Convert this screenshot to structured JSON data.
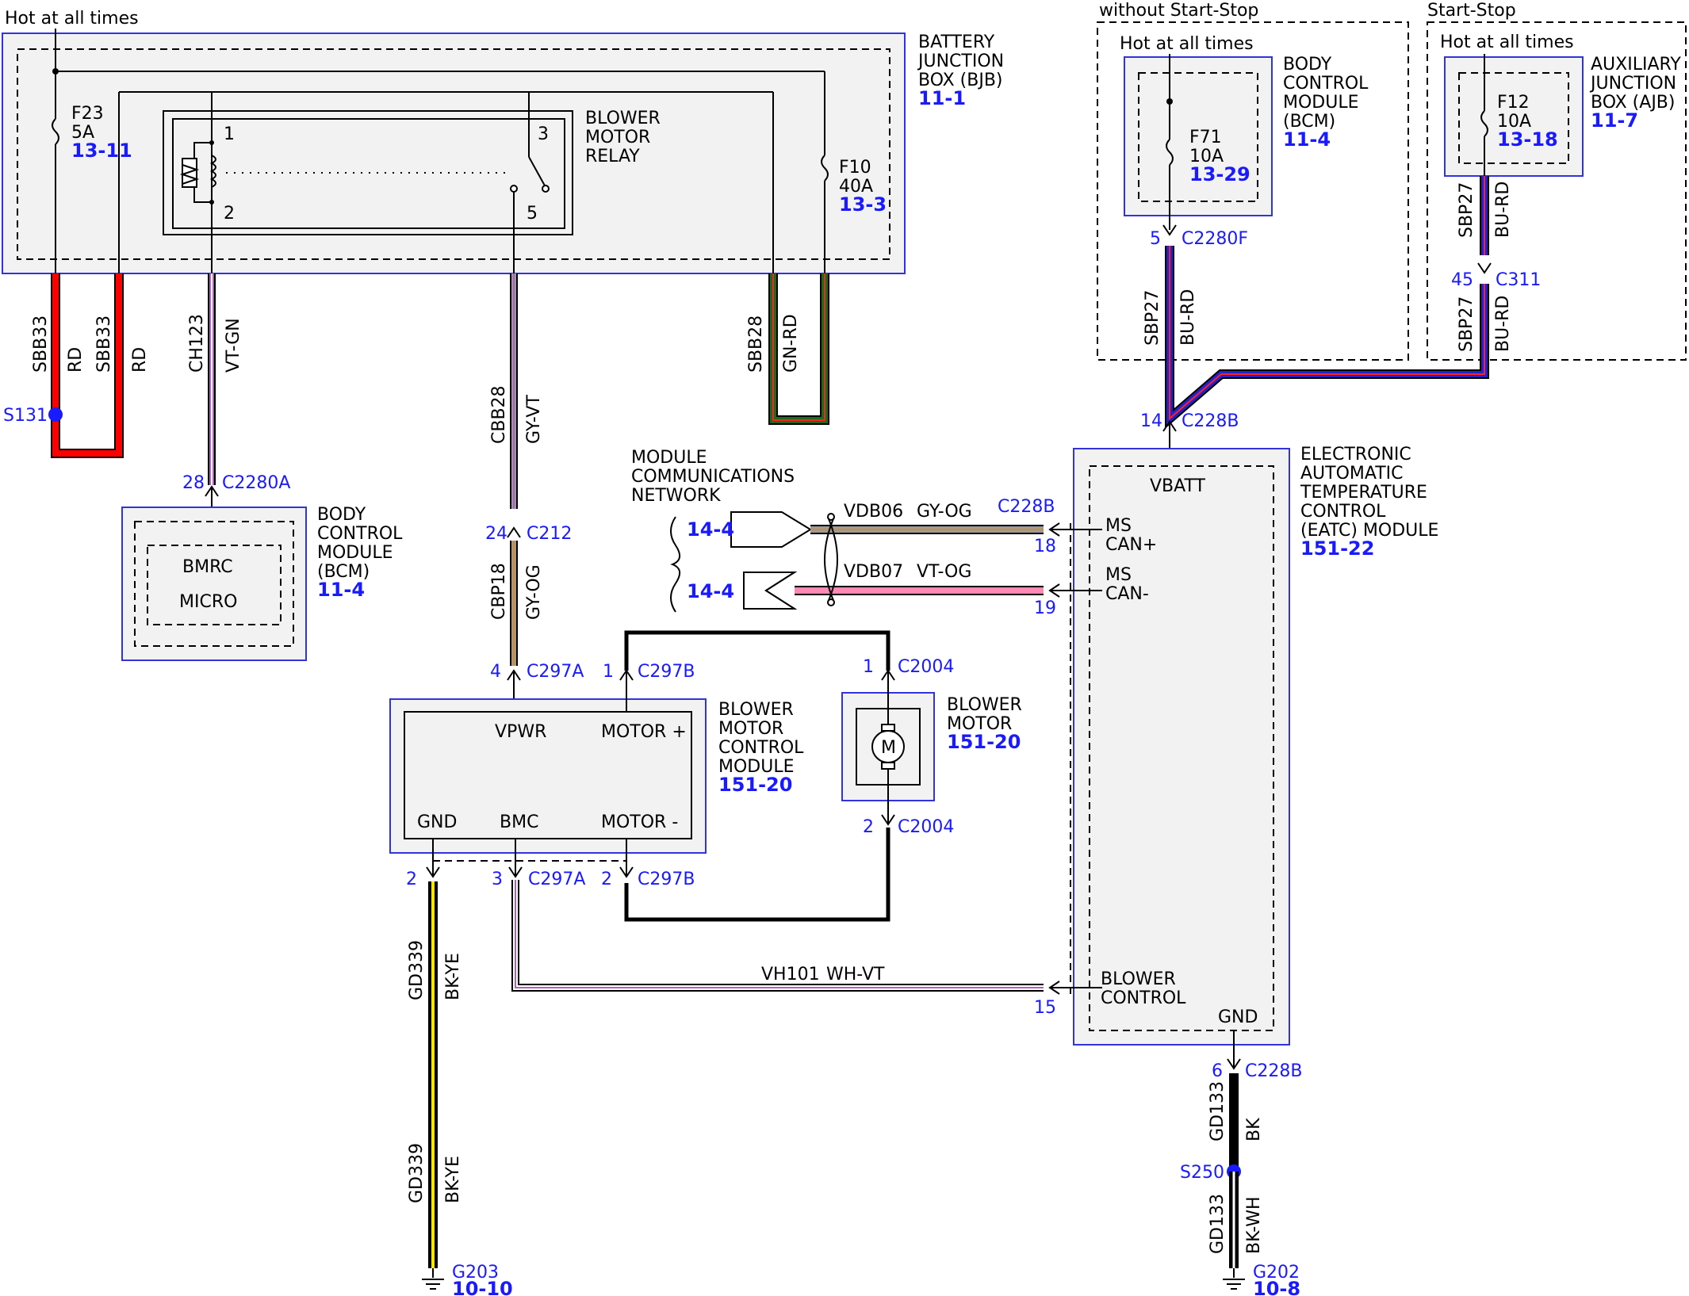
{
  "colors": {
    "page_bg": "#ffffff",
    "box_fill": "#f2f2f2",
    "box_border": "#3333dd",
    "ref_text": "#1a1aff",
    "conn_text": "#1a1aff",
    "black": "#000000",
    "wire_red": "#ff0000",
    "wire_violet": "#b060c0",
    "wire_green": "#00dd00",
    "wire_green_dark": "#1c6b1c",
    "wire_grey": "#9a9aa0",
    "wire_orange": "#e08a10",
    "wire_pink": "#ff88b4",
    "wire_white": "#ffffff",
    "wire_yellow": "#ffe600",
    "wire_blue": "#2222cc",
    "wire_redstripe": "#ff2020",
    "splice_dot": "#1a1aff"
  },
  "texts": {
    "hot_top": "Hot at all times",
    "without_start_stop": "without Start-Stop",
    "start_stop": "Start-Stop",
    "hot_bcm": "Hot at all times",
    "hot_ajb": "Hot at all times"
  },
  "bjb": {
    "title_lines": [
      "BATTERY",
      "JUNCTION",
      "BOX (BJB)"
    ],
    "ref": "11-1",
    "fuse_f23": {
      "name": "F23",
      "rating": "5A",
      "ref": "13-11"
    },
    "fuse_f10": {
      "name": "F10",
      "rating": "40A",
      "ref": "13-3"
    },
    "relay": {
      "title_lines": [
        "BLOWER",
        "MOTOR",
        "RELAY"
      ],
      "pin1": "1",
      "pin2": "2",
      "pin3": "3",
      "pin5": "5"
    }
  },
  "bcm_top": {
    "title_lines": [
      "BODY",
      "CONTROL",
      "MODULE",
      "(BCM)"
    ],
    "ref": "11-4",
    "fuse": {
      "name": "F71",
      "rating": "10A",
      "ref": "13-29"
    }
  },
  "ajb": {
    "title_lines": [
      "AUXILIARY",
      "JUNCTION",
      "BOX (AJB)"
    ],
    "ref": "11-7",
    "fuse": {
      "name": "F12",
      "rating": "10A",
      "ref": "13-18"
    }
  },
  "bcm_left": {
    "title_lines": [
      "BODY",
      "CONTROL",
      "MODULE",
      "(BCM)"
    ],
    "ref": "11-4",
    "inner1": "BMRC",
    "inner2": "MICRO"
  },
  "bmcm": {
    "title_lines": [
      "BLOWER",
      "MOTOR",
      "CONTROL",
      "MODULE"
    ],
    "ref": "151-20",
    "vpwr": "VPWR",
    "motor_plus": "MOTOR +",
    "gnd": "GND",
    "bmc": "BMC",
    "motor_minus": "MOTOR -"
  },
  "blower_motor": {
    "title_lines": [
      "BLOWER",
      "MOTOR"
    ],
    "ref": "151-20",
    "symbol": "M"
  },
  "eatc": {
    "title_lines": [
      "ELECTRONIC",
      "AUTOMATIC",
      "TEMPERATURE",
      "CONTROL",
      "(EATC) MODULE"
    ],
    "ref": "151-22",
    "vbatt": "VBATT",
    "ms1": "MS",
    "canp": "CAN+",
    "ms2": "MS",
    "canm": "CAN-",
    "blower1": "BLOWER",
    "blower2": "CONTROL",
    "gnd": "GND"
  },
  "network": {
    "title_lines": [
      "MODULE",
      "COMMUNICATIONS",
      "NETWORK"
    ],
    "ref1": "14-4",
    "ref2": "14-4"
  },
  "wires": {
    "sbb33_a": {
      "circuit": "SBB33",
      "color": "RD"
    },
    "sbb33_b": {
      "circuit": "SBB33",
      "color": "RD"
    },
    "ch123": {
      "circuit": "CH123",
      "color": "VT-GN"
    },
    "cbb28": {
      "circuit": "CBB28",
      "color": "GY-VT"
    },
    "sbb28": {
      "circuit": "SBB28",
      "color": "GN-RD"
    },
    "sbp27_a": {
      "circuit": "SBP27",
      "color": "BU-RD"
    },
    "sbp27_b": {
      "circuit": "SBP27",
      "color": "BU-RD"
    },
    "sbp27_c": {
      "circuit": "SBP27",
      "color": "BU-RD"
    },
    "cbp18": {
      "circuit": "CBP18",
      "color": "GY-OG"
    },
    "vdb06": {
      "circuit": "VDB06",
      "color": "GY-OG"
    },
    "vdb07": {
      "circuit": "VDB07",
      "color": "VT-OG"
    },
    "vh101": {
      "circuit": "VH101",
      "color": "WH-VT"
    },
    "gd339_a": {
      "circuit": "GD339",
      "color": "BK-YE"
    },
    "gd339_b": {
      "circuit": "GD339",
      "color": "BK-YE"
    },
    "gd133_a": {
      "circuit": "GD133",
      "color": "BK"
    },
    "gd133_b": {
      "circuit": "GD133",
      "color": "BK-WH"
    }
  },
  "connectors": {
    "c2280f": {
      "pin": "5",
      "name": "C2280F"
    },
    "c311": {
      "pin": "45",
      "name": "C311"
    },
    "c228b_top": {
      "pin": "14",
      "name": "C228B"
    },
    "c2280a": {
      "pin": "28",
      "name": "C2280A"
    },
    "c212": {
      "pin": "24",
      "name": "C212"
    },
    "c297a_top": {
      "pin": "4",
      "name": "C297A"
    },
    "c297b_top": {
      "pin": "1",
      "name": "C297B"
    },
    "c2004_top": {
      "pin": "1",
      "name": "C2004"
    },
    "c2004_bot": {
      "pin": "2",
      "name": "C2004"
    },
    "c228b_18": {
      "pin": "18",
      "name": "C228B"
    },
    "c228b_19": {
      "pin": "19"
    },
    "c228b_15": {
      "pin": "15"
    },
    "c228b_gnd": {
      "pin": "6",
      "name": "C228B"
    },
    "bot_gnd": {
      "pin": "2"
    },
    "bot_bmc": {
      "pin": "3",
      "name": "C297A"
    },
    "bot_motor": {
      "pin": "2",
      "name": "C297B"
    }
  },
  "splices": {
    "s131": "S131",
    "s250": "S250"
  },
  "grounds": {
    "g203": {
      "name": "G203",
      "ref": "10-10"
    },
    "g202": {
      "name": "G202",
      "ref": "10-8"
    }
  }
}
